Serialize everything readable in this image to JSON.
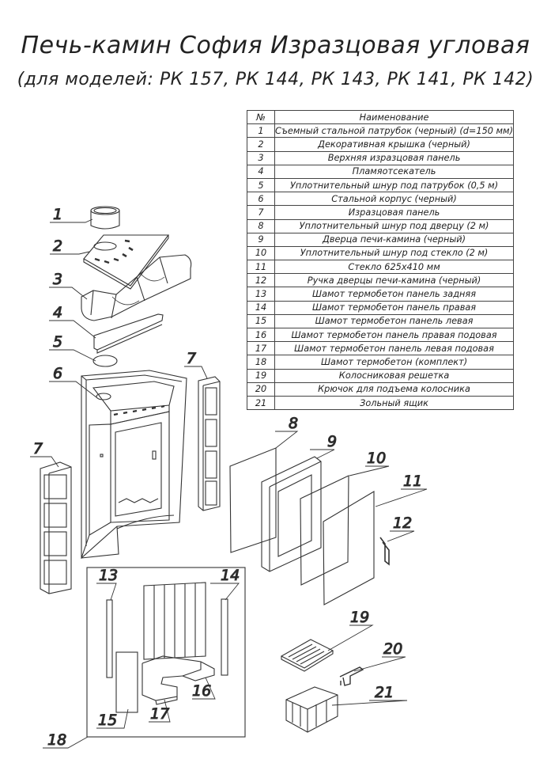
{
  "title": "Печь-камин София Изразцовая угловая",
  "subtitle": "(для моделей: РК 157, РК 144, РК 143, РК 141, РК 142)",
  "table": {
    "header_num": "№",
    "header_name": "Наименование",
    "rows": [
      {
        "num": "1",
        "name": "Съемный стальной патрубок (черный) (d=150 мм)"
      },
      {
        "num": "2",
        "name": "Декоративная крышка (черный)"
      },
      {
        "num": "3",
        "name": "Верхняя изразцовая панель"
      },
      {
        "num": "4",
        "name": "Пламяотсекатель"
      },
      {
        "num": "5",
        "name": "Уплотнительный шнур под патрубок (0,5 м)"
      },
      {
        "num": "6",
        "name": "Стальной корпус (черный)"
      },
      {
        "num": "7",
        "name": "Изразцовая панель"
      },
      {
        "num": "8",
        "name": "Уплотнительный шнур под дверцу (2 м)"
      },
      {
        "num": "9",
        "name": "Дверца печи-камина (черный)"
      },
      {
        "num": "10",
        "name": "Уплотнительный шнур под стекло (2 м)"
      },
      {
        "num": "11",
        "name": "Стекло  625х410 мм"
      },
      {
        "num": "12",
        "name": "Ручка дверцы печи-камина (черный)"
      },
      {
        "num": "13",
        "name": "Шамот термобетон панель задняя"
      },
      {
        "num": "14",
        "name": "Шамот термобетон панель правая"
      },
      {
        "num": "15",
        "name": "Шамот термобетон панель левая"
      },
      {
        "num": "16",
        "name": "Шамот термобетон панель правая подовая"
      },
      {
        "num": "17",
        "name": "Шамот термобетон панель левая подовая"
      },
      {
        "num": "18",
        "name": "Шамот термобетон (комплект)"
      },
      {
        "num": "19",
        "name": "Колосниковая решетка"
      },
      {
        "num": "20",
        "name": "Крючок для подъема колосника"
      },
      {
        "num": "21",
        "name": "Зольный ящик"
      }
    ]
  },
  "callouts": {
    "c1": "1",
    "c2": "2",
    "c3": "3",
    "c4": "4",
    "c5": "5",
    "c6": "6",
    "c7a": "7",
    "c7b": "7",
    "c8": "8",
    "c9": "9",
    "c10": "10",
    "c11": "11",
    "c12": "12",
    "c13": "13",
    "c14": "14",
    "c15": "15",
    "c16": "16",
    "c17": "17",
    "c18": "18",
    "c19": "19",
    "c20": "20",
    "c21": "21"
  }
}
